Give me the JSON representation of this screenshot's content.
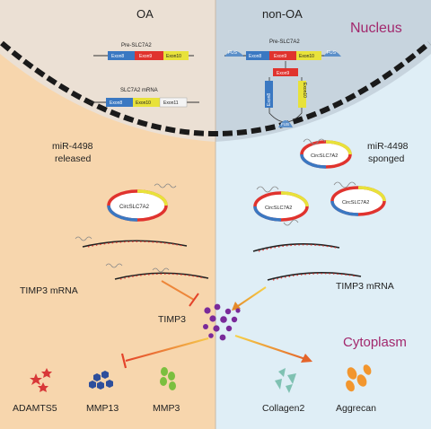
{
  "panels": {
    "left_title": "OA",
    "right_title": "non-OA",
    "nucleus_label": "Nucleus",
    "cytoplasm_label": "Cytoplasm"
  },
  "gene_left": {
    "pre_label": "Pre-SLC7A2",
    "pre_exons": [
      "Exon8",
      "Exon9",
      "Exon10"
    ],
    "mrna_label": "SLC7A2 mRNA",
    "mrna_exons": [
      "Exon8",
      "Exon10",
      "Exon11"
    ]
  },
  "gene_right": {
    "pre_label": "Pre-SLC7A2",
    "pre_exons": [
      "Exon8",
      "Exon9",
      "Exon10"
    ],
    "fus": "FUS",
    "loop_exons": [
      "Exon8",
      "Exon9",
      "Exon10"
    ]
  },
  "mirna": {
    "left": [
      "miR-4498",
      "released"
    ],
    "right": [
      "miR-4498",
      "sponged"
    ]
  },
  "circ_label": "CircSLC7A2",
  "timp3_mrna": "TIMP3 mRNA",
  "timp3": "TIMP3",
  "effectors_left": [
    "ADAMTS5",
    "MMP13",
    "MMP3"
  ],
  "effectors_right": [
    "Collagen2",
    "Aggrecan"
  ],
  "colors": {
    "left_bg": "#f7d6ad",
    "right_bg": "#dfeef6",
    "nucleus_left": "#ebe0d4",
    "nucleus_right": "#c7d4de",
    "membrane": "#1a1a1a",
    "exon_blue": "#3a78c2",
    "exon_red": "#e0332e",
    "exon_yellow": "#e8e23a",
    "nucleus_text": "#a2286d",
    "timp3_purple": "#7a2a9a",
    "red_star": "#d83838",
    "blue_hex": "#2e4f9c",
    "green": "#7bbf3f",
    "teal": "#7fc1b2",
    "orange": "#f2962e"
  }
}
